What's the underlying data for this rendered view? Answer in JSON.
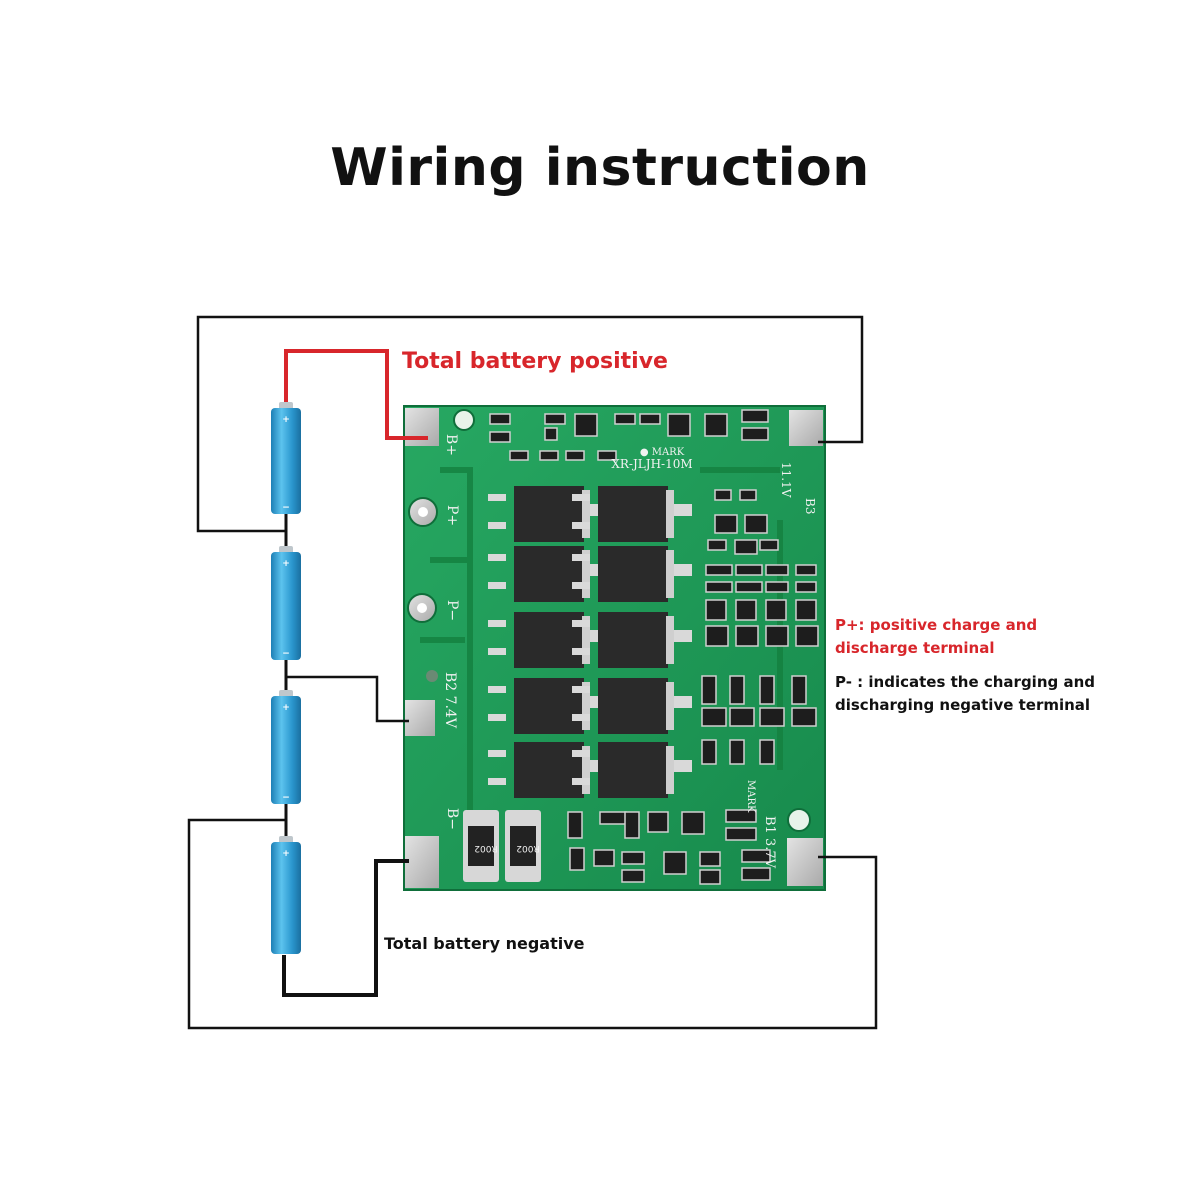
{
  "title": "Wiring instruction",
  "labels": {
    "total_positive": "Total battery positive",
    "total_negative": "Total battery negative",
    "p_plus_line1": "P+: positive charge and",
    "p_plus_line2": "discharge terminal",
    "p_minus_line1": "P- : indicates the charging and",
    "p_minus_line2": "discharging negative terminal"
  },
  "board": {
    "model": "XR-JLJH-10M",
    "mark": "● MARK",
    "mark2": "MARK",
    "pad_bplus": "B+",
    "pad_pplus": "P+",
    "pad_pminus": "P−",
    "pad_b2": "B2 7.4V",
    "pad_bminus": "B−",
    "pad_b3": "B3",
    "pad_b3_volt": "11.1V",
    "pad_b1": "B1 3.7V",
    "resistor_1": "R002",
    "resistor_2": "R002"
  },
  "colors": {
    "positive_wire": "#d8262b",
    "wire": "#111111",
    "pcb": "#1f9a57",
    "cell": "#2e9fd6",
    "pad": "#c9c9c9"
  },
  "cells": [
    {
      "terminal_top": "+",
      "terminal_bottom": "−"
    },
    {
      "terminal_top": "+",
      "terminal_bottom": "−"
    },
    {
      "terminal_top": "+",
      "terminal_bottom": "−"
    },
    {
      "terminal_top": "+",
      "terminal_bottom": "−"
    }
  ]
}
